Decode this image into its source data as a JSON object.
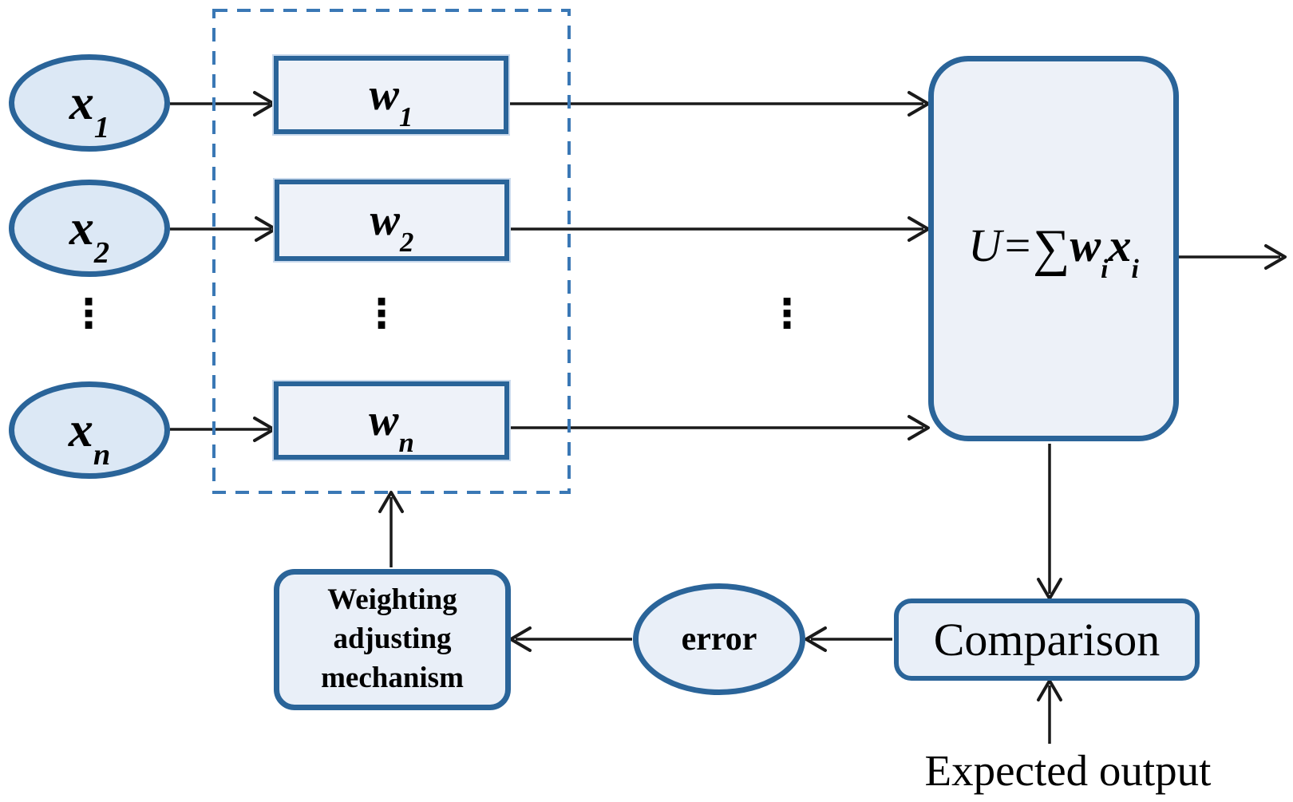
{
  "colors": {
    "shape_border": "#2a6499",
    "box_fill": "#eef2f9",
    "ellipse_fill": "#dce8f5",
    "dashed_border": "#3a78b5",
    "arrow": "#1a1a1a"
  },
  "inputs": [
    {
      "var": "x",
      "sub": "1"
    },
    {
      "var": "x",
      "sub": "2"
    },
    {
      "var": "x",
      "sub": "n"
    }
  ],
  "weights": [
    {
      "var": "w",
      "sub": "1"
    },
    {
      "var": "w",
      "sub": "2"
    },
    {
      "var": "w",
      "sub": "n"
    }
  ],
  "ellipsis_glyph": "⋮",
  "summation": {
    "u": "U",
    "equals": "=",
    "sigma": "∑",
    "w": "w",
    "w_sub": "i",
    "x": "x",
    "x_sub": "i"
  },
  "feedback": {
    "weighting_lines": [
      "Weighting",
      "adjusting",
      "mechanism"
    ],
    "error_label": "error",
    "comparison_label": "Comparison",
    "expected_output_label": "Expected output"
  }
}
